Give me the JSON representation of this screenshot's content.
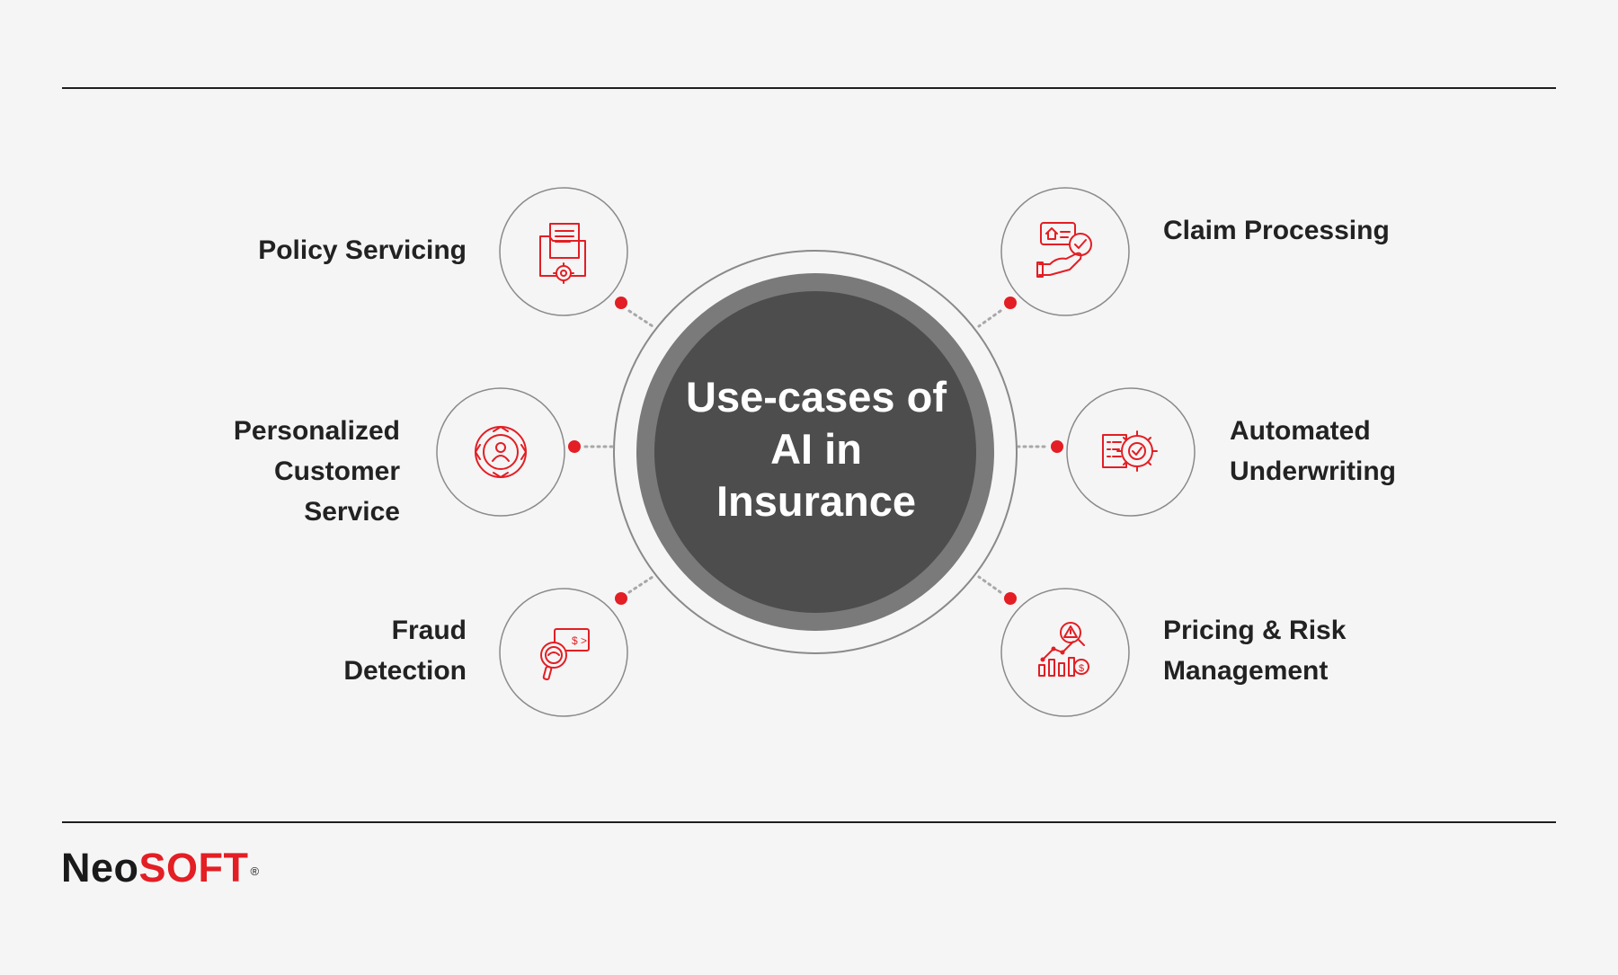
{
  "center": {
    "title_lines": [
      "Use-cases of",
      "AI in",
      "Insurance"
    ]
  },
  "items": [
    {
      "label_lines": [
        "Policy Servicing"
      ],
      "icon": "folder-gear-icon"
    },
    {
      "label_lines": [
        "Personalized",
        "Customer",
        "Service"
      ],
      "icon": "target-user-icon"
    },
    {
      "label_lines": [
        "Fraud",
        "Detection"
      ],
      "icon": "magnifier-money-icon"
    },
    {
      "label_lines": [
        "Claim Processing"
      ],
      "icon": "hand-claim-icon"
    },
    {
      "label_lines": [
        "Automated",
        "Underwriting"
      ],
      "icon": "gear-checklist-icon"
    },
    {
      "label_lines": [
        "Pricing & Risk",
        "Management"
      ],
      "icon": "chart-risk-icon"
    }
  ],
  "brand": {
    "neo": "Neo",
    "soft": "SOFT",
    "reg": "®"
  },
  "colors": {
    "background": "#f5f5f5",
    "accent": "#e31e24",
    "center_fill": "#4d4d4d",
    "center_ring": "#7a7a7a",
    "outline": "#8a8a8a",
    "text": "#222222"
  }
}
